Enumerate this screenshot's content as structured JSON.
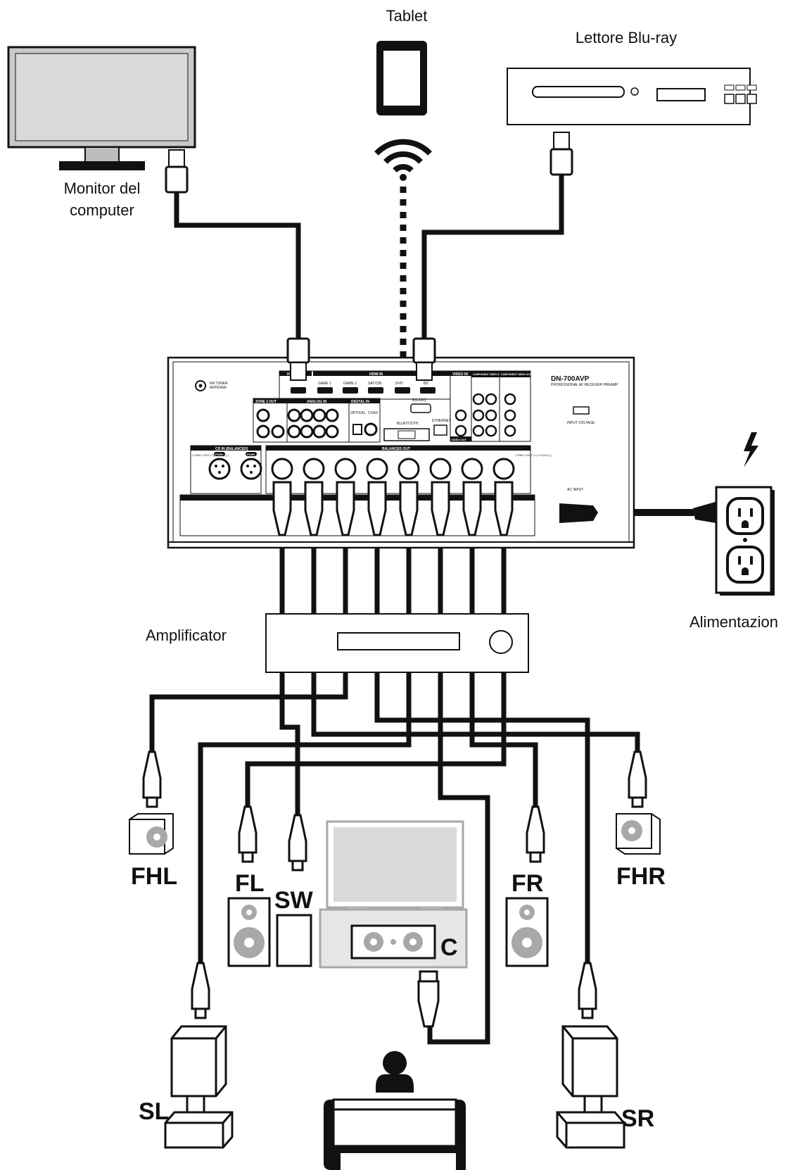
{
  "devices": {
    "tablet": "Tablet",
    "bluray": "Lettore Blu-ray",
    "monitor_line1": "Monitor del",
    "monitor_line2": "computer",
    "amplifier": "Amplificator",
    "power": "Alimentazion"
  },
  "receiver": {
    "model": "DN-700AVP",
    "subtitle": "PROFESSIONAL AV RECEIVER PREAMP",
    "fm_tuner": "FM TUNER",
    "antenna": "ANTENNA",
    "hdmi_in": "HDMI IN",
    "hdmi_out": "HD",
    "game1": "GAME 1",
    "game2": "GAME 2",
    "satcbl": "SAT/CBL",
    "dvd": "DVD",
    "bd": "BD",
    "zone2_out": "ZONE 2 OUT",
    "analog_in": "ANALOG IN",
    "digital_in": "DIGITAL IN",
    "optical": "OPTICAL",
    "coax": "COAX",
    "rs232c": "RS-232C",
    "bluetooth": "BLUETOOTH",
    "ethernet": "ETHERNET",
    "video_in": "VIDEO IN",
    "video_out": "VIDEO OUT",
    "component_video_in": "COMPONENT VIDEO IN",
    "component_video_out": "COMPONENT VIDEO OUT",
    "input_voltage": "INPUT VOLTAGE",
    "ac_input": "AC INPUT",
    "cd_in_balanced": "CD IN (BALANCED)",
    "balanced_out": "BALANCED OUT",
    "push": "PUSH",
    "pin_legend": "1 GND 2 HOT (+) 3 COLD (-)"
  },
  "speakers": {
    "fhl": "FHL",
    "fl": "FL",
    "sw": "SW",
    "c": "C",
    "fr": "FR",
    "fhr": "FHR",
    "sl": "SL",
    "sr": "SR"
  },
  "colors": {
    "ink": "#111111",
    "panel_gray": "#e6e6e6",
    "speaker_gray": "#a8a8a8",
    "screen_gray": "#d9d9d9"
  },
  "icons": [
    "wifi-icon",
    "lightning-icon",
    "power-outlet-icon",
    "person-icon"
  ]
}
